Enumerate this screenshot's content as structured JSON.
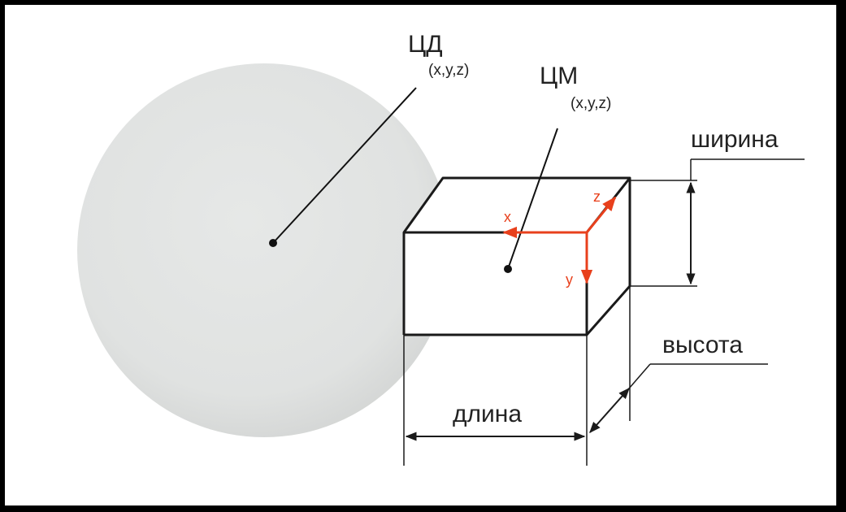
{
  "labels": {
    "cd": "ЦД",
    "cd_coords": "(x,y,z)",
    "cm": "ЦМ",
    "cm_coords": "(x,y,z)",
    "width": "ширина",
    "height": "высота",
    "length": "длина"
  },
  "axes": {
    "x": "x",
    "y": "y",
    "z": "z"
  },
  "colors": {
    "axis": "#e8401c",
    "sphere": "#e2e4e3",
    "lines": "#1a1a1a",
    "frame": "#000000"
  }
}
